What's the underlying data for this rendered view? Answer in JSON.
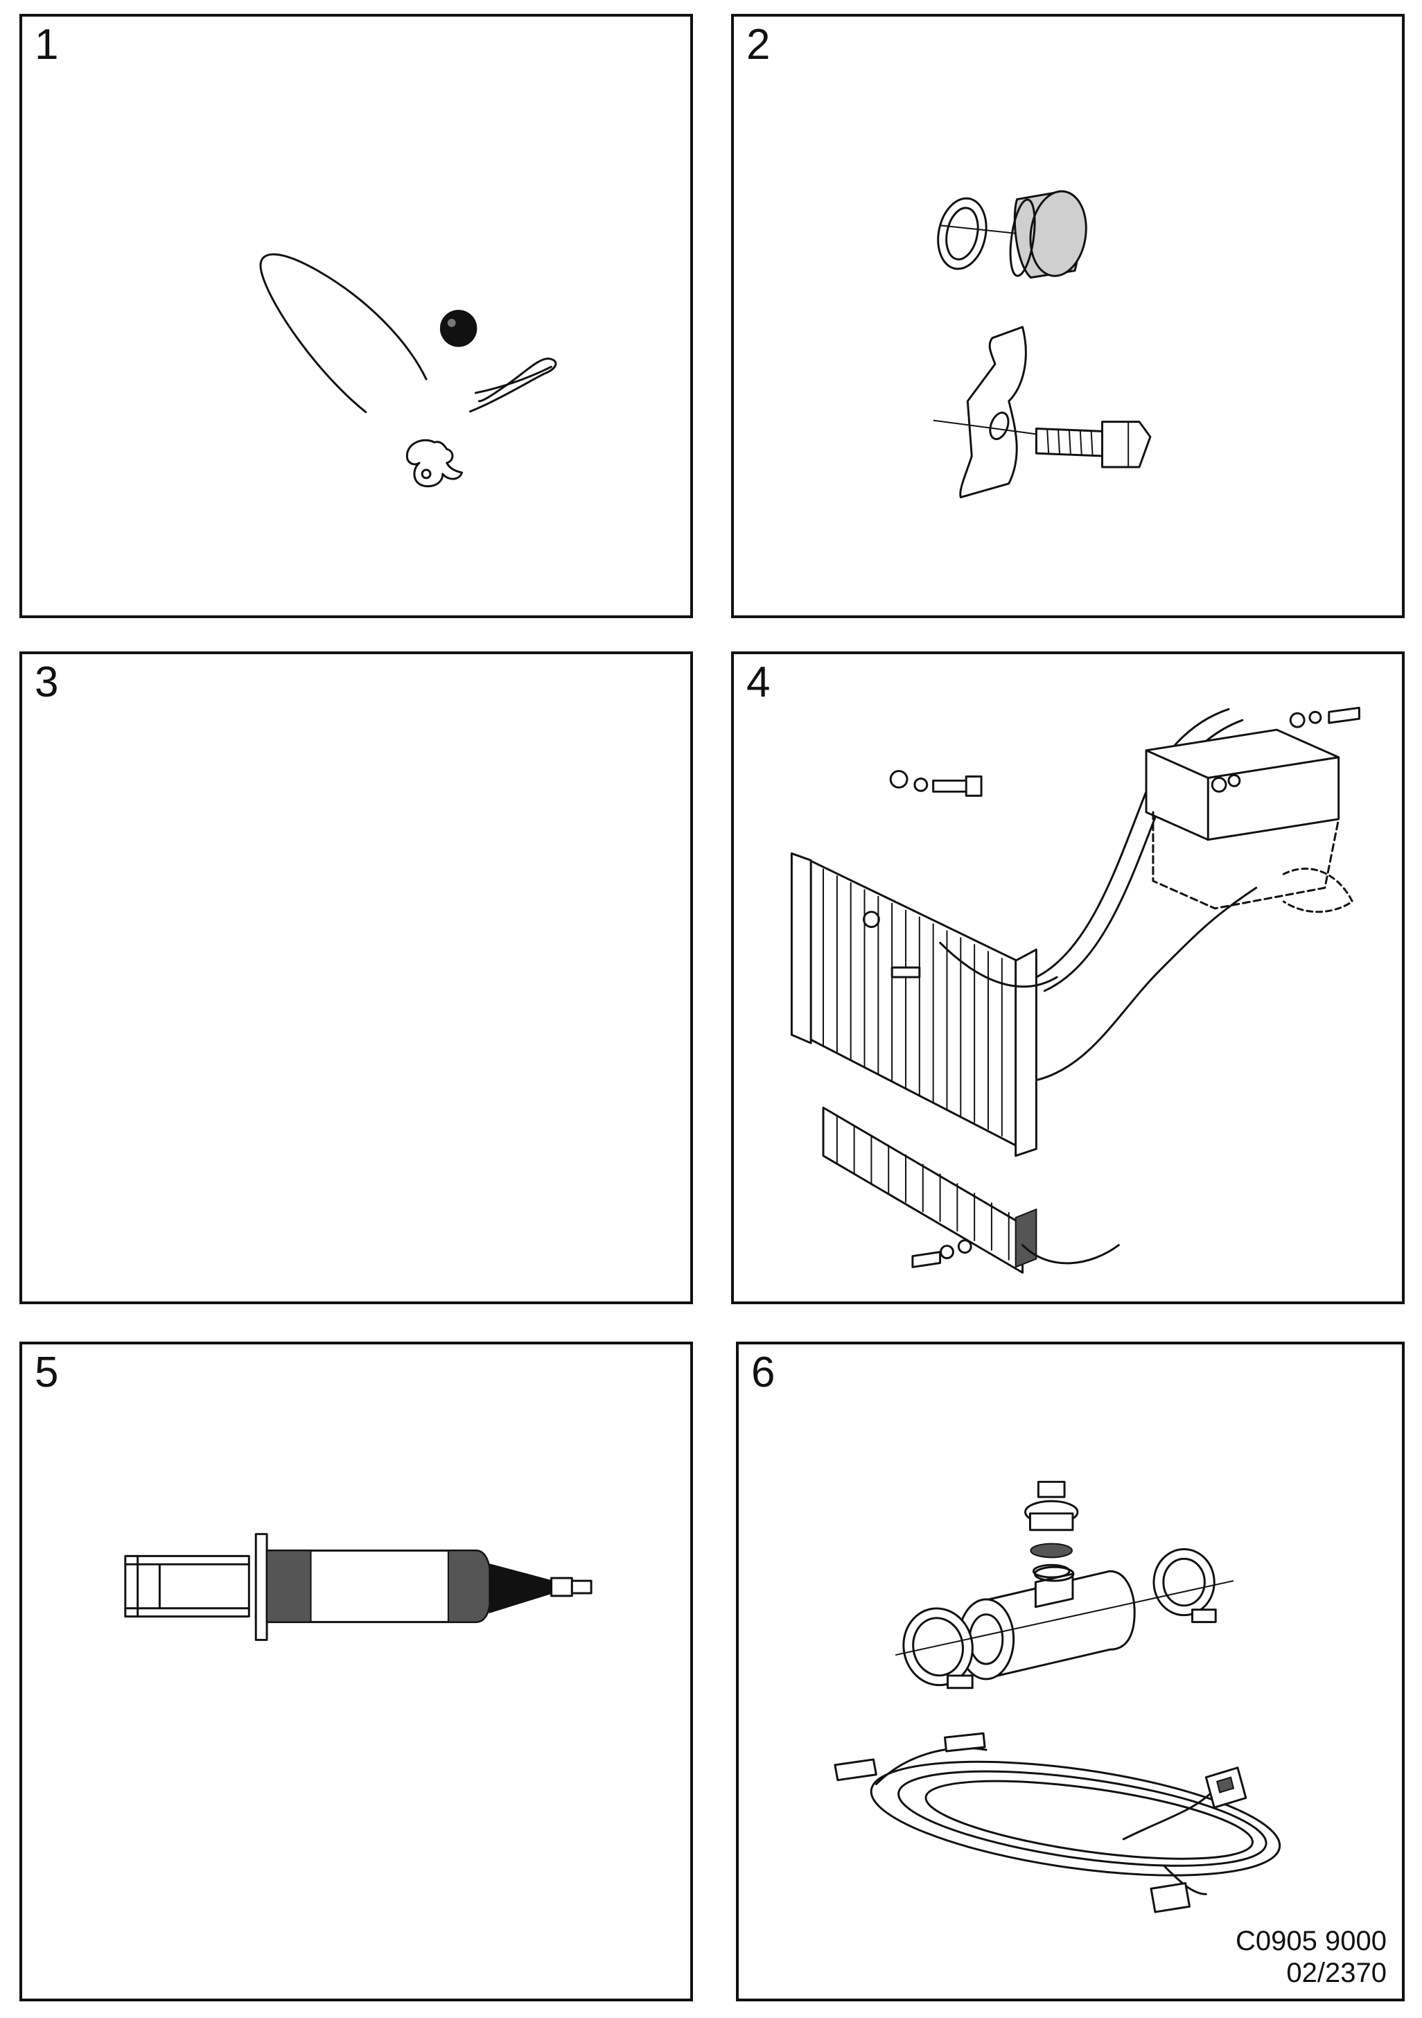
{
  "panels": [
    {
      "number": "1",
      "content": "clip-and-pin-kit"
    },
    {
      "number": "2",
      "content": "cap-and-bracket-bolt"
    },
    {
      "number": "3",
      "content": "empty"
    },
    {
      "number": "4",
      "content": "radiator-oil-cooler-assembly"
    },
    {
      "number": "5",
      "content": "sealant-syringe"
    },
    {
      "number": "6",
      "content": "temperature-sensor-tee-and-wiring"
    }
  ],
  "document": {
    "code_line1": "C0905 9000",
    "code_line2": "02/2370"
  }
}
